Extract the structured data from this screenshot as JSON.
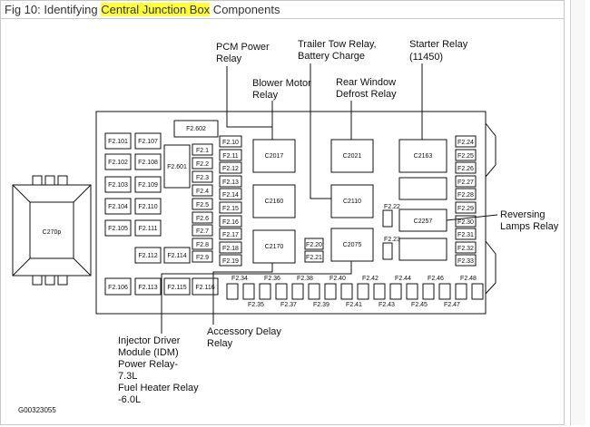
{
  "title": {
    "prefix": "Fig 10: Identifying ",
    "highlight": "Central Junction Box",
    "suffix": " Components",
    "highlight_color": "#ffff33"
  },
  "callouts": {
    "pcm": [
      "PCM Power",
      "Relay"
    ],
    "trailer": [
      "Trailer Tow Relay,",
      "Battery Charge"
    ],
    "starter": [
      "Starter Relay",
      "(11450)"
    ],
    "blower": [
      "Blower Motor",
      "Relay"
    ],
    "rear": [
      "Rear Window",
      "Defrost Relay"
    ],
    "reversing": [
      "Reversing",
      "Lamps Relay"
    ],
    "accessory": [
      "Accessory Delay",
      "Relay"
    ],
    "injector": [
      "Injector Driver",
      "Module (IDM)",
      "Power Relay-",
      "7.3L",
      "Fuel Heater Relay",
      "-6.0L"
    ]
  },
  "connector": "C270p",
  "figure_id": "G00323055",
  "fuses_left": [
    "F2.101",
    "F2.107",
    "F2.102",
    "F2.108",
    "F2.103",
    "F2.109",
    "F2.104",
    "F2.110",
    "F2.105",
    "F2.111",
    "F2.112",
    "F2.114",
    "F2.106",
    "F2.113",
    "F2.115",
    "F2.116",
    "F2.601",
    "F2.602"
  ],
  "fuses_col1": [
    "F2.1",
    "F2.2",
    "F2.3",
    "F2.4",
    "F2.5",
    "F2.6",
    "F2.7",
    "F2.8",
    "F2.9"
  ],
  "fuses_col2": [
    "F2.10",
    "F2.11",
    "F2.12",
    "F2.13",
    "F2.14",
    "F2.15",
    "F2.16",
    "F2.17",
    "F2.18",
    "F2.19"
  ],
  "fuses_mid": [
    "F2.20",
    "F2.21",
    "F2.22",
    "F2.23"
  ],
  "fuses_right": [
    "F2.24",
    "F2.25",
    "F2.26",
    "F2.27",
    "F2.28",
    "F2.29",
    "F2.30",
    "F2.31",
    "F2.32",
    "F2.33"
  ],
  "fuses_bottom_top": [
    "F2.34",
    "F2.36",
    "F2.38",
    "F2.40",
    "F2.42",
    "F2.44",
    "F2.46",
    "F2.48"
  ],
  "fuses_bottom_bot": [
    "F2.35",
    "F2.37",
    "F2.39",
    "F2.41",
    "F2.43",
    "F2.45",
    "F2.47"
  ],
  "relays": [
    "C2017",
    "C2021",
    "C2163",
    "C2160",
    "C2110",
    "C2257",
    "C2170",
    "C2075"
  ]
}
